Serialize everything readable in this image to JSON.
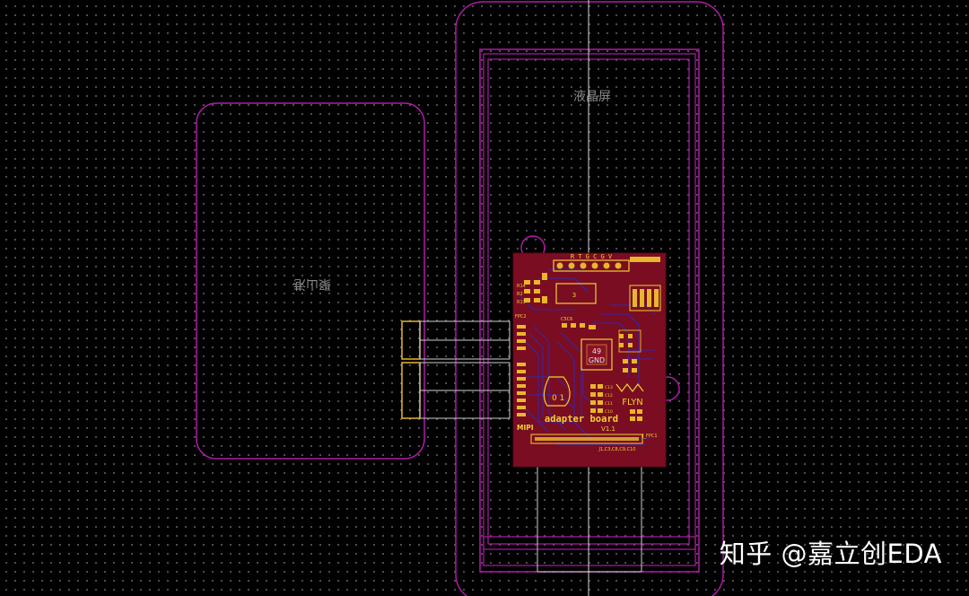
{
  "canvas": {
    "labels": {
      "lcd": "液晶屏",
      "battery": "聚山港"
    }
  },
  "board": {
    "chip_label": "49",
    "chip_net": "GND",
    "title": "adapter board",
    "version": "V1.1",
    "mipi": "MIPI",
    "brand": "FLYN",
    "conn_ref": "J_FPC1",
    "bottom_ref": "J1,C3,C8,C9,C10",
    "header_pins": "R T G C G V",
    "ic_ref": "3",
    "u_ref": "C5C6",
    "c_refs": [
      "C13",
      "C12",
      "C11",
      "C10"
    ],
    "r_refs": [
      "R14",
      "R2",
      "R13"
    ],
    "misc_ref": "FPC2"
  },
  "watermark": {
    "text": "知乎 @嘉立创EDA"
  },
  "colors": {
    "outline": "#b01aa8",
    "board_bg": "#7a0d22",
    "silk": "#f2d12e",
    "trace": "#2b2bc2",
    "pad": "#e8b62a",
    "wire": "#cfcfcf"
  }
}
